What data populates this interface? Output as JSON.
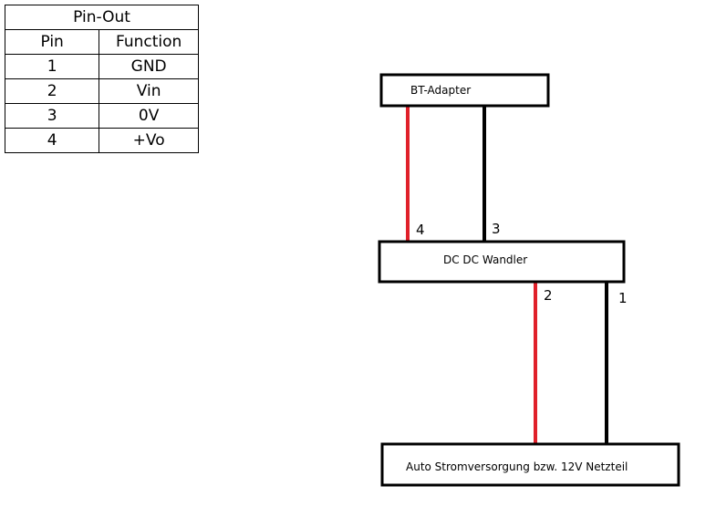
{
  "pinout": {
    "title": "Pin-Out",
    "headers": {
      "pin": "Pin",
      "function": "Function"
    },
    "rows": [
      {
        "pin": "1",
        "function": "GND"
      },
      {
        "pin": "2",
        "function": "Vin"
      },
      {
        "pin": "3",
        "function": "0V"
      },
      {
        "pin": "4",
        "function": "+Vo"
      }
    ]
  },
  "diagram": {
    "bt_adapter_label": "BT-Adapter",
    "dcdc_label": "DC DC Wandler",
    "supply_label": "Auto Stromversorgung bzw. 12V Netzteil",
    "pin_labels": {
      "p1": "1",
      "p2": "2",
      "p3": "3",
      "p4": "4"
    },
    "colors": {
      "positive_wire": "#e0202a",
      "ground_wire": "#000000"
    }
  }
}
